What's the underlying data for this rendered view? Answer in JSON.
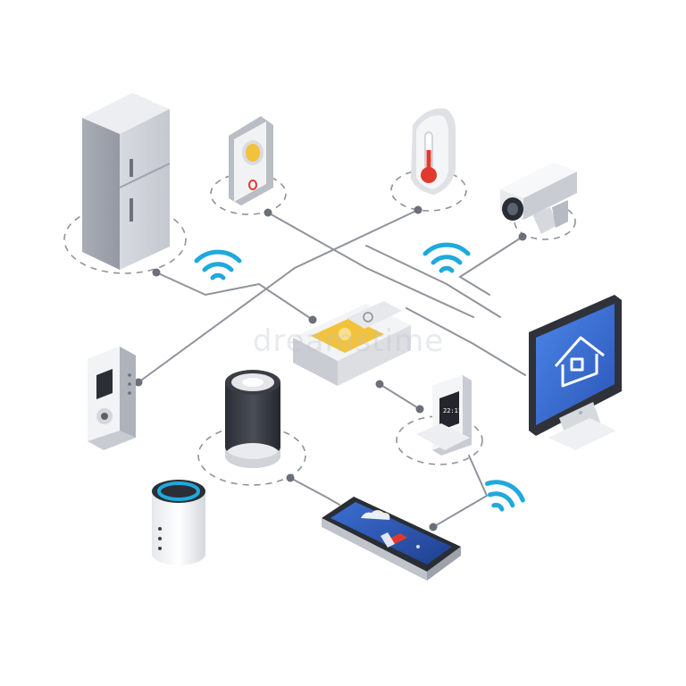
{
  "watermark": {
    "text": "dreamstime"
  },
  "colors": {
    "connector": "#8f939b",
    "node": "#6a6f78",
    "wifi": "#1fa9dc",
    "screen_blue": "#3b6fd4",
    "accent_yellow": "#f2c23c",
    "accent_red": "#e03a2f"
  },
  "devices": [
    {
      "name": "refrigerator",
      "icon": "fridge-icon"
    },
    {
      "name": "smart-button",
      "icon": "smart-button-icon"
    },
    {
      "name": "thermostat",
      "icon": "thermometer-icon"
    },
    {
      "name": "security-camera",
      "icon": "camera-icon"
    },
    {
      "name": "hub",
      "icon": "hub-icon"
    },
    {
      "name": "intercom",
      "icon": "intercom-icon"
    },
    {
      "name": "smart-speaker",
      "icon": "speaker-icon"
    },
    {
      "name": "sensor-device",
      "icon": "sensor-icon"
    },
    {
      "name": "monitor",
      "icon": "monitor-house-icon"
    },
    {
      "name": "voice-assistant",
      "icon": "voice-assistant-icon"
    },
    {
      "name": "smartphone",
      "icon": "smartphone-icon"
    }
  ]
}
